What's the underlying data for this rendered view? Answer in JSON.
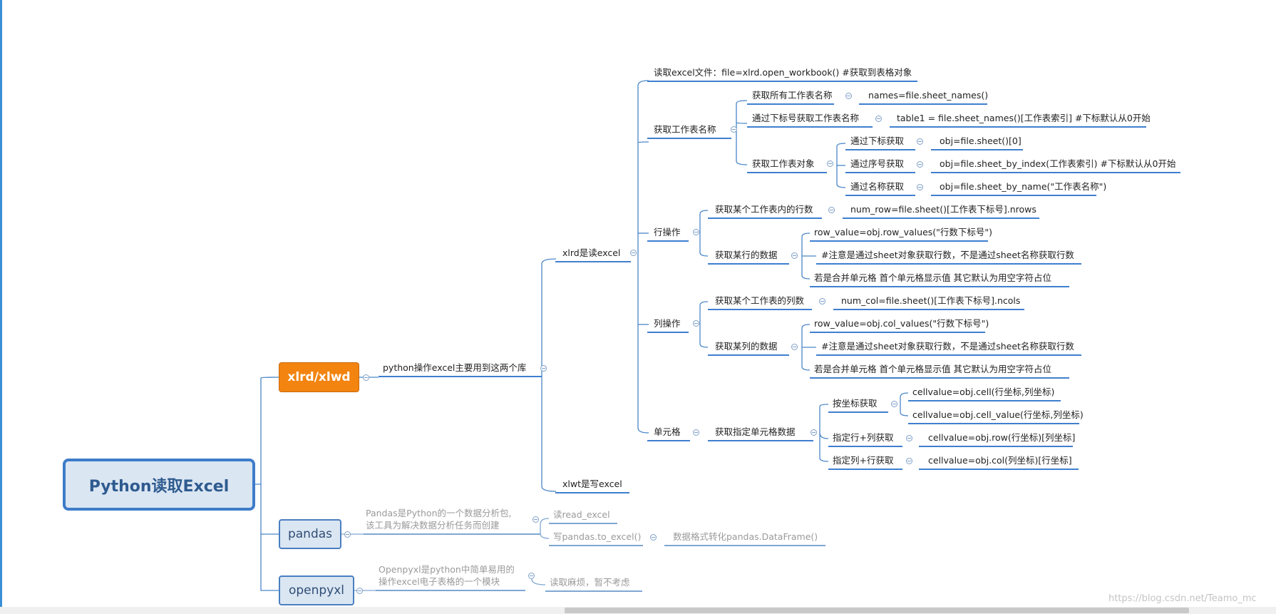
{
  "root": "Python读取Excel",
  "xlrd": {
    "label": "xlrd/xlwd",
    "desc": "python操作excel主要用到这两个库",
    "read": "xlrd是读excel",
    "write": "xlwt是写excel",
    "open_file": "读取excel文件：file=xlrd.open_workbook() #获取到表格对象",
    "sheet_names": {
      "label": "获取工作表名称",
      "all_names": "获取所有工作表名称",
      "all_names_code": "names=file.sheet_names()",
      "by_index": "通过下标号获取工作表名称",
      "by_index_code": "table1 = file.sheet_names()[工作表索引] #下标默认从0开始",
      "sheet_obj": "获取工作表对象",
      "obj_by_index": "通过下标获取",
      "obj_by_index_code": "obj=file.sheet()[0]",
      "obj_by_seq": "通过序号获取",
      "obj_by_seq_code": "obj=file.sheet_by_index(工作表索引) #下标默认从0开始",
      "obj_by_name": "通过名称获取",
      "obj_by_name_code": "obj=file.sheet_by_name(\"工作表名称\")"
    },
    "row_ops": {
      "label": "行操作",
      "count": "获取某个工作表内的行数",
      "count_code": "num_row=file.sheet()[工作表下标号].nrows",
      "data": "获取某行的数据",
      "data_code": "row_value=obj.row_values(\"行数下标号\")",
      "note": "#注意是通过sheet对象获取行数，不是通过sheet名称获取行数",
      "merge": "若是合并单元格 首个单元格显示值 其它默认为用空字符占位"
    },
    "col_ops": {
      "label": "列操作",
      "count": "获取某个工作表的列数",
      "count_code": "num_col=file.sheet()[工作表下标号].ncols",
      "data": "获取某列的数据",
      "data_code": "row_value=obj.col_values(\"行数下标号\")",
      "note": "#注意是通过sheet对象获取行数，不是通过sheet名称获取行数",
      "merge": "若是合并单元格 首个单元格显示值 其它默认为用空字符占位"
    },
    "cell": {
      "label": "单元格",
      "get": "获取指定单元格数据",
      "by_coord": "按坐标获取",
      "coord_code1": "cellvalue=obj.cell(行坐标,列坐标)",
      "coord_code2": "cellvalue=obj.cell_value(行坐标,列坐标)",
      "row_col": "指定行+列获取",
      "row_col_code": "cellvalue=obj.row(行坐标)[列坐标]",
      "col_row": "指定列+行获取",
      "col_row_code": "cellvalue=obj.col(列坐标)[行坐标]"
    }
  },
  "pandas": {
    "label": "pandas",
    "desc_line1": "Pandas是Python的一个数据分析包,",
    "desc_line2": "该工具为解决数据分析任务而创建",
    "read": "读read_excel",
    "write": "写pandas.to_excel()",
    "write_note": "数据格式转化pandas.DataFrame()"
  },
  "openpyxl": {
    "label": "openpyxl",
    "desc_line1": "Openpyxl是python中简单易用的",
    "desc_line2": "操作excel电子表格的一个模块",
    "note": "读取麻烦，暂不考虑"
  },
  "watermark": "https://blog.csdn.net/Teamo_mc",
  "colors": {
    "accent": "#3d7cc9",
    "orange": "#f2840f",
    "box_fill": "#dbe6f3",
    "line": "#4a86c8"
  }
}
